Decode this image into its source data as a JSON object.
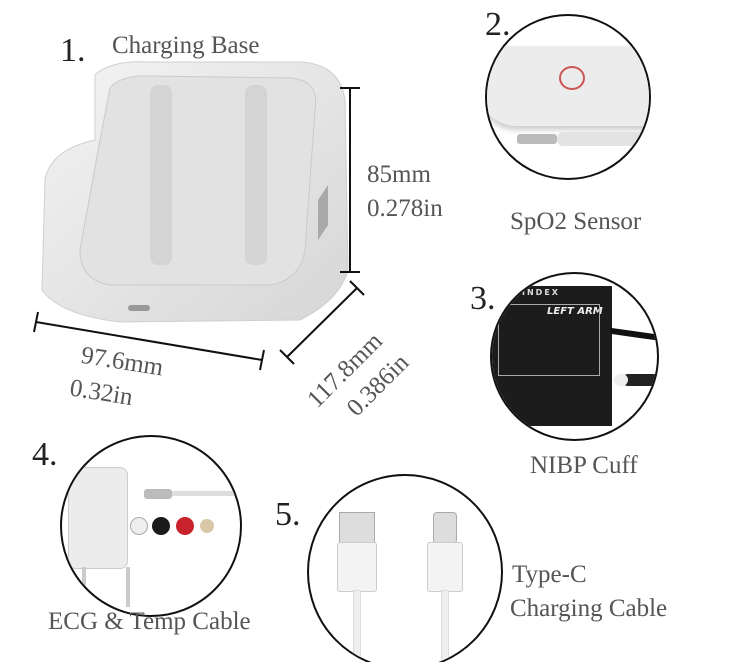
{
  "items": [
    {
      "number": "1.",
      "label": "Charging Base"
    },
    {
      "number": "2.",
      "label": "SpO2 Sensor"
    },
    {
      "number": "3.",
      "label": "NIBP Cuff"
    },
    {
      "number": "4.",
      "label": "ECG & Temp Cable"
    },
    {
      "number": "5.",
      "label_line1": "Type-C",
      "label_line2": "Charging Cable"
    }
  ],
  "dimensions": {
    "height_mm": "85mm",
    "height_in": "0.278in",
    "width_mm": "97.6mm",
    "width_in": "0.32in",
    "depth_mm": "117.8mm",
    "depth_in": "0.386in"
  },
  "product_markings": {
    "cuff_index": "INDEX",
    "cuff_arm": "LEFT ARM"
  },
  "colors": {
    "product_white": "#e9e9e9",
    "cuff_black": "#1c1c1c",
    "ecg_red": "#c8232c",
    "text_gray": "#555555"
  }
}
